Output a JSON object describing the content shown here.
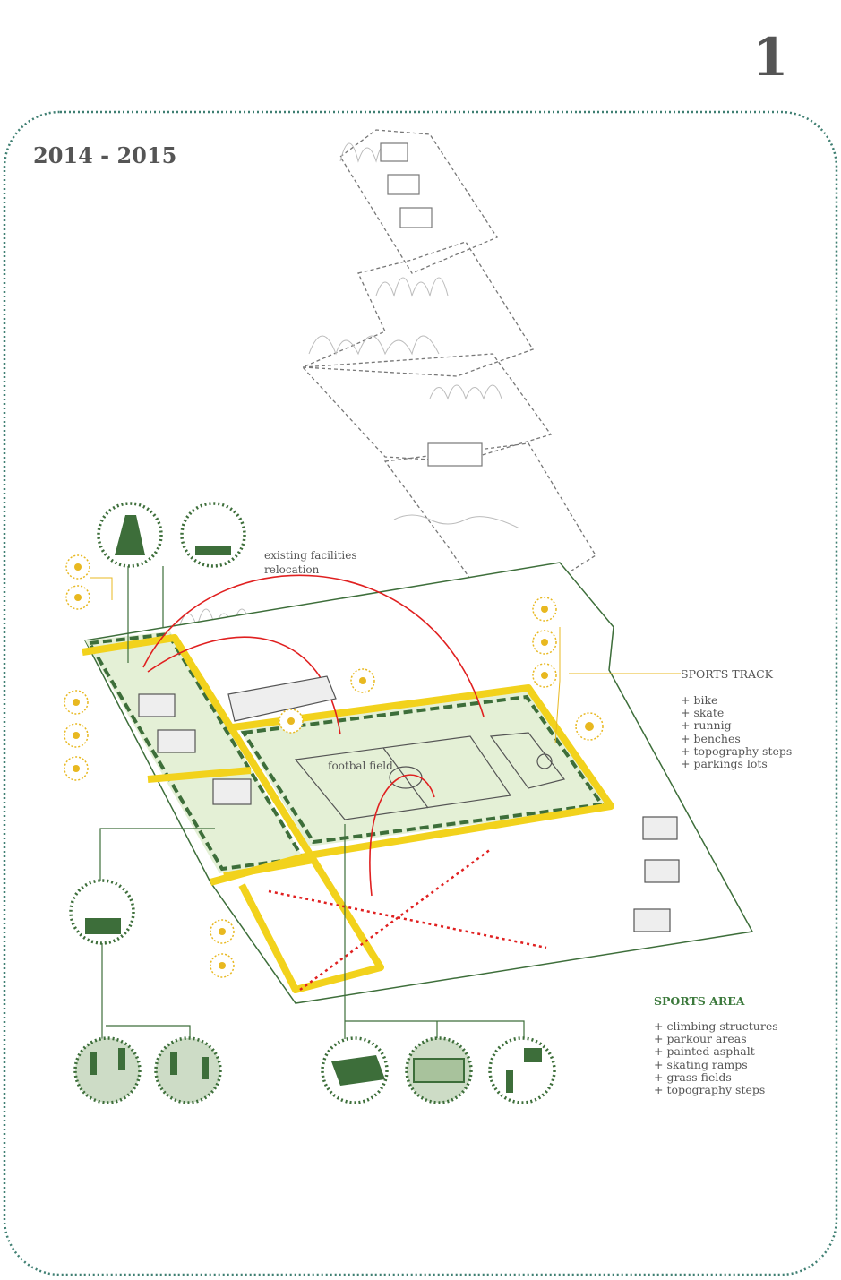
{
  "page_number": "1",
  "period": "2014 - 2015",
  "annotations": {
    "relocation": [
      "existing facilities",
      "relocation"
    ],
    "football_field": "footbal field"
  },
  "sports_track": {
    "title": "SPORTS TRACK",
    "items": [
      "+ bike",
      "+ skate",
      "+ runnig",
      "+ benches",
      "+ topography steps",
      "+ parkings lots"
    ]
  },
  "sports_area": {
    "title": "SPORTS AREA",
    "items": [
      "+ climbing structures",
      "+ parkour areas",
      "+ painted asphalt",
      "+ skating ramps",
      "+ grass fields",
      "+ topography steps"
    ]
  },
  "colors": {
    "frame": "#3f7f72",
    "green_dark": "#3d6e3a",
    "green_fill": "#e4f0d6",
    "yellow": "#f2d21c",
    "red": "#e02020",
    "icon_yellow": "#e8b820",
    "text": "#555555"
  }
}
